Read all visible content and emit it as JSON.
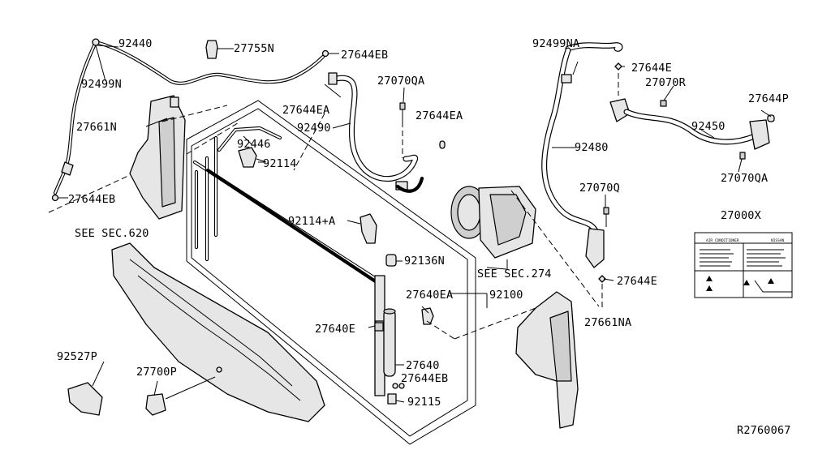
{
  "labels": {
    "p92440": "92440",
    "p27755N": "27755N",
    "p27644EB_top": "27644EB",
    "p92499N": "92499N",
    "p27644EA_a": "27644EA",
    "p27070QA_a": "27070QA",
    "p27644EA_b": "27644EA",
    "p92490": "92490",
    "p27661N": "27661N",
    "p92446": "92446",
    "p92114": "92114",
    "p27644EB_left": "27644EB",
    "p92114A": "92114+A",
    "see620": "SEE SEC.620",
    "p92136N": "92136N",
    "p27640EA": "27640EA",
    "p92100": "92100",
    "p27640E": "27640E",
    "p27640": "27640",
    "p27644EB_bot": "27644EB",
    "p92115": "92115",
    "p92527P": "92527P",
    "p27700P": "27700P",
    "see274": "SEE SEC.274",
    "p92499NA": "92499NA",
    "p27644E_top": "27644E",
    "p27070R": "27070R",
    "p27644P": "27644P",
    "p92450": "92450",
    "p92480": "92480",
    "p27070QA_b": "27070QA",
    "p27070Q": "27070Q",
    "p27000X": "27000X",
    "p27644E_bot": "27644E",
    "p27661NA": "27661NA",
    "ref": "R2760067"
  },
  "ac_label": {
    "header_left": "AIR CONDITIONER",
    "header_right": "NISSAN"
  },
  "colors": {
    "ink": "#000000",
    "fill": "#e6e6e6",
    "shade": "#cfcfcf"
  }
}
